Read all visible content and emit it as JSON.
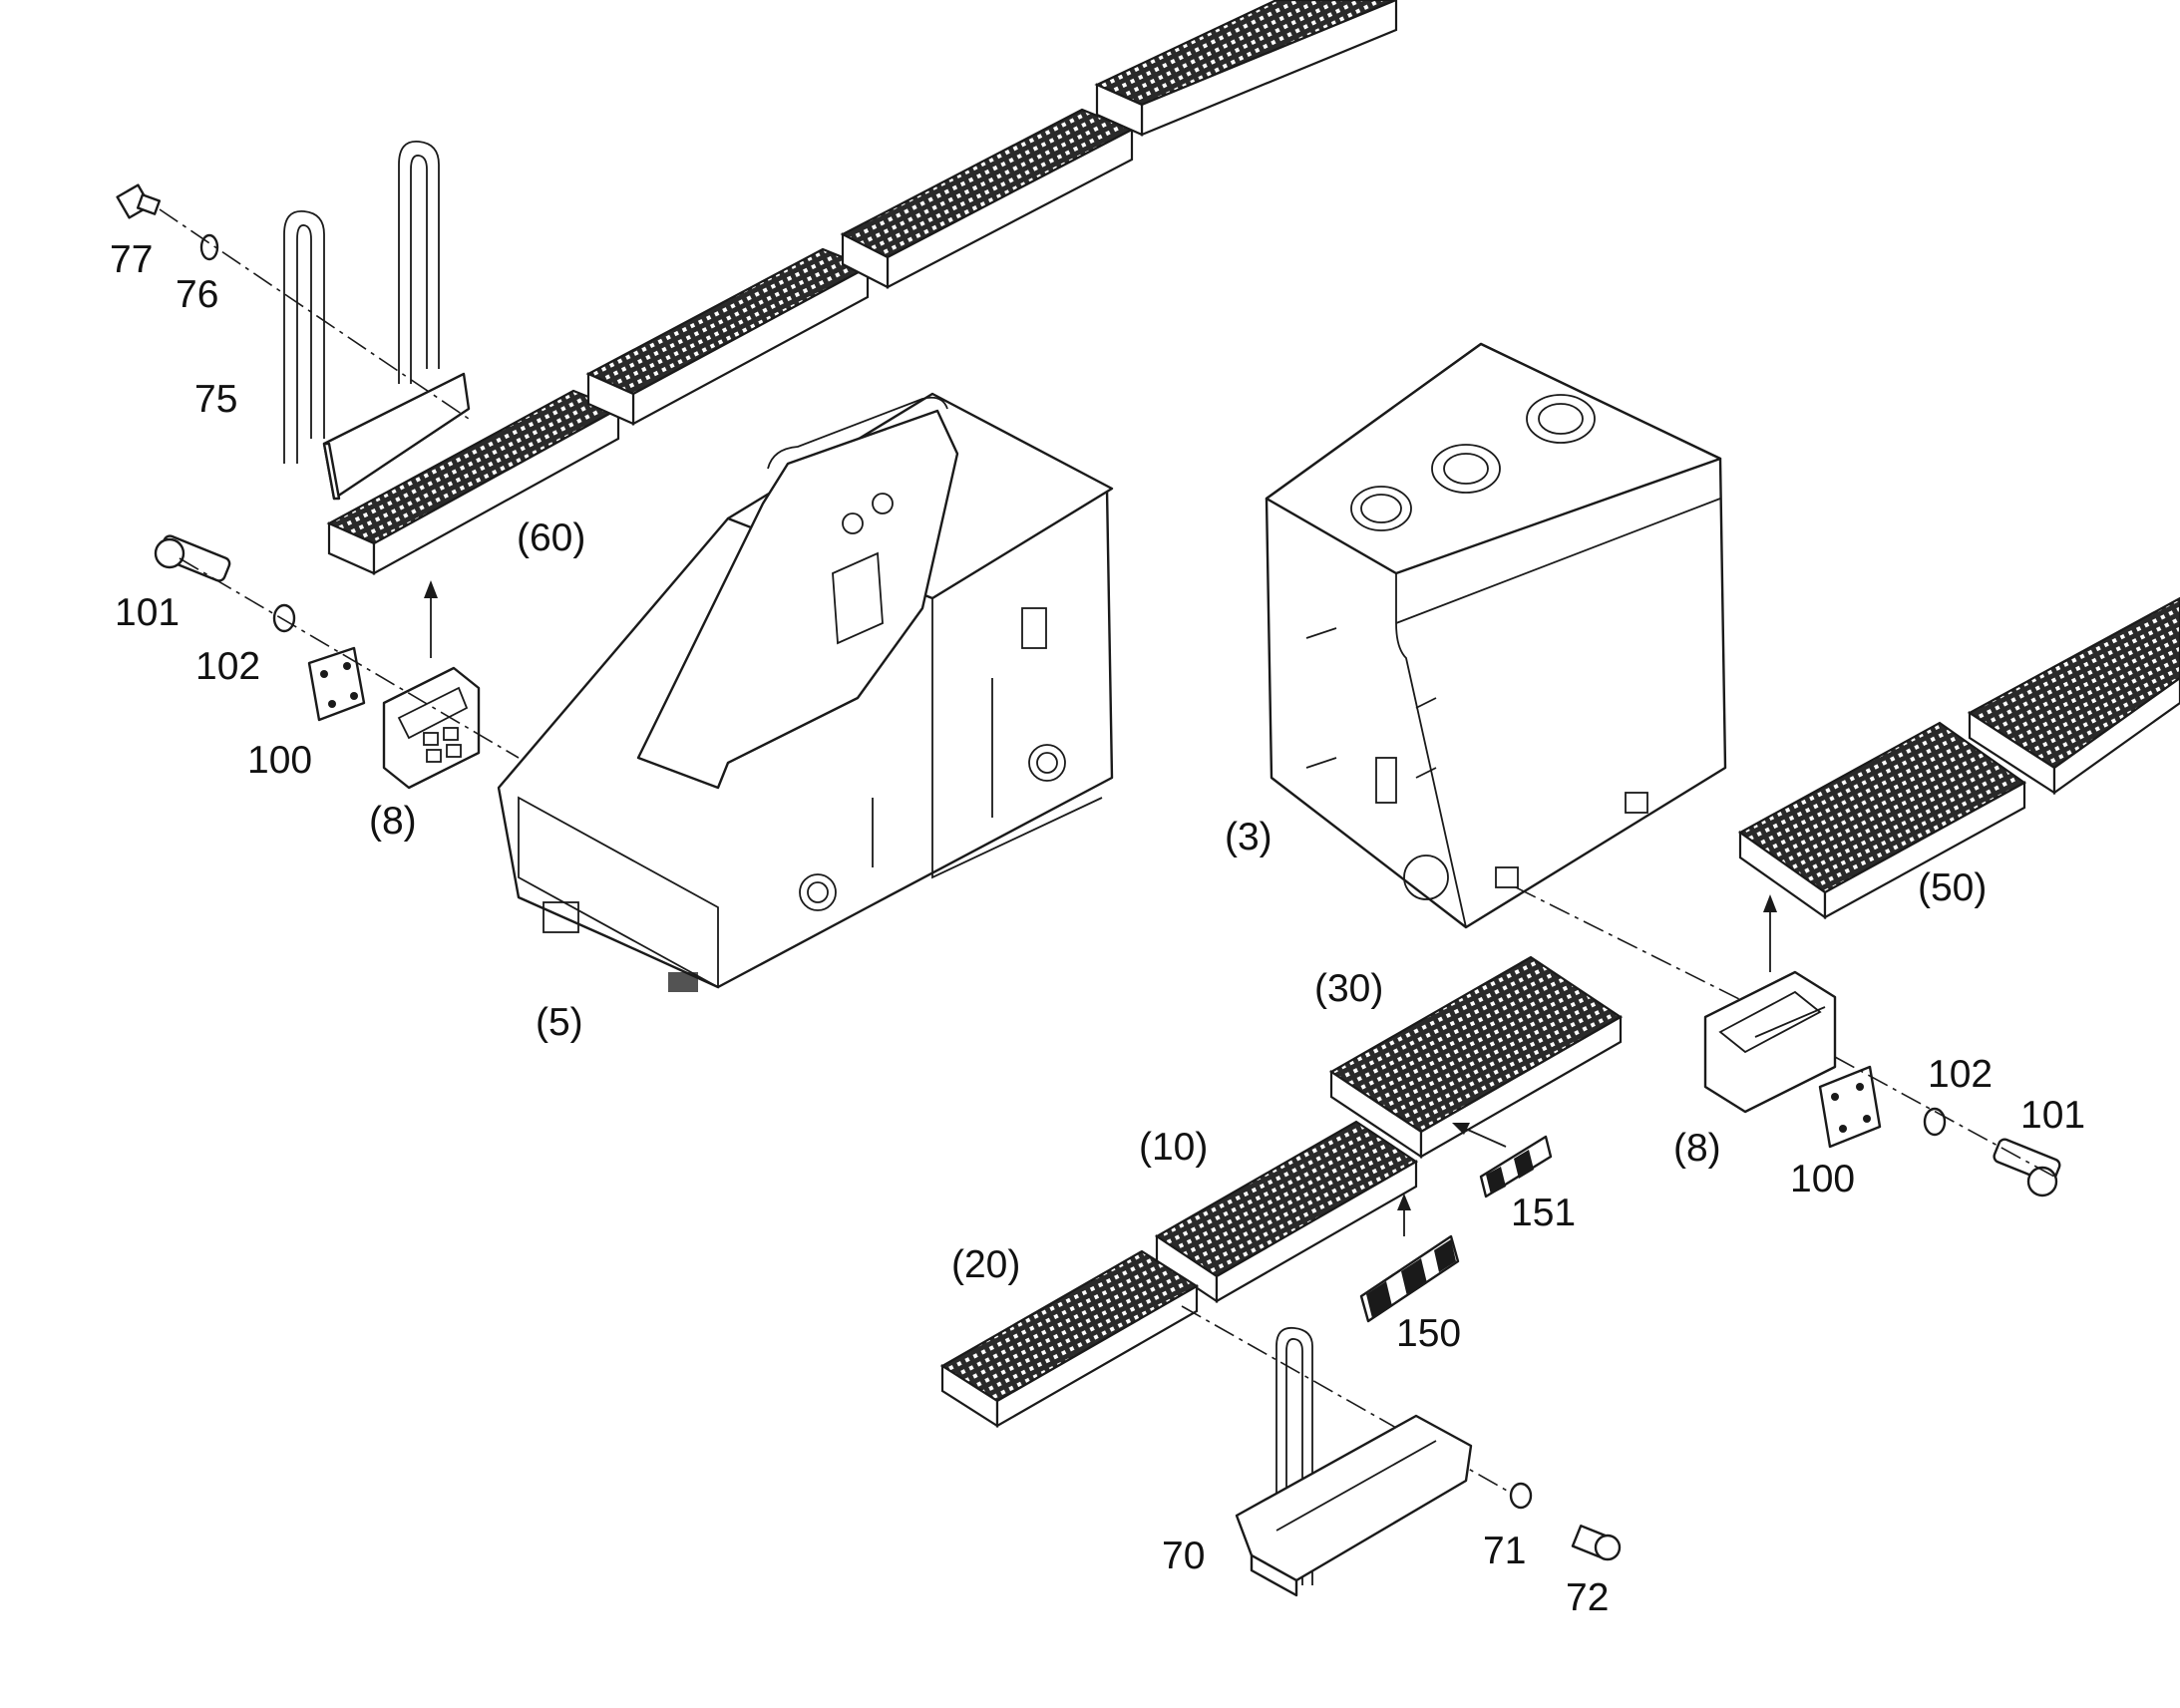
{
  "diagram": {
    "labels": {
      "l77": "77",
      "l76": "76",
      "l75": "75",
      "l60": "(60)",
      "l101a": "101",
      "l102a": "102",
      "l100a": "100",
      "l8a": "(8)",
      "l5": "(5)",
      "l3": "(3)",
      "l50": "(50)",
      "l30": "(30)",
      "l10": "(10)",
      "l20": "(20)",
      "l151": "151",
      "l150": "150",
      "l8b": "(8)",
      "l100b": "100",
      "l102b": "102",
      "l101b": "101",
      "l70": "70",
      "l71": "71",
      "l72": "72"
    }
  }
}
